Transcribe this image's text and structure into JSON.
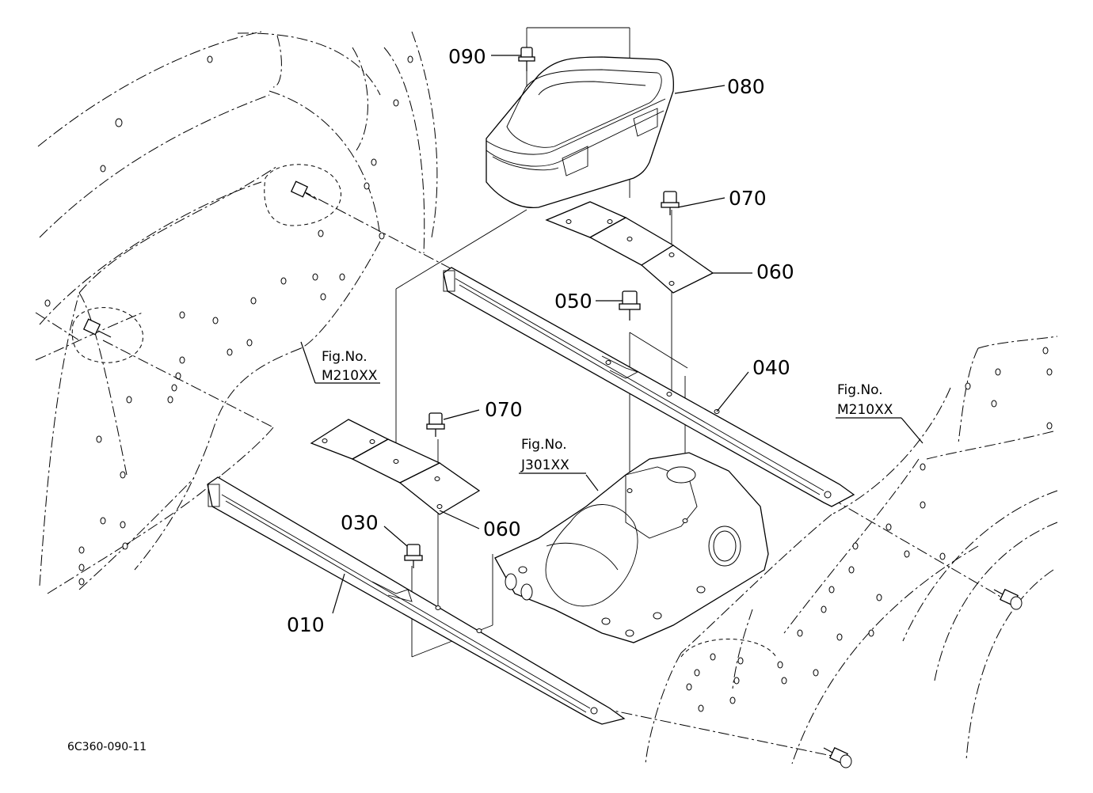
{
  "callouts": [
    {
      "id": "090",
      "label": "090"
    },
    {
      "id": "080",
      "label": "080"
    },
    {
      "id": "070a",
      "label": "070"
    },
    {
      "id": "060a",
      "label": "060"
    },
    {
      "id": "050",
      "label": "050"
    },
    {
      "id": "040",
      "label": "040"
    },
    {
      "id": "070b",
      "label": "070"
    },
    {
      "id": "060b",
      "label": "060"
    },
    {
      "id": "030",
      "label": "030"
    },
    {
      "id": "010",
      "label": "010"
    }
  ],
  "fig_refs": [
    {
      "id": "left",
      "title": "Fig.No.",
      "number": "M210XX"
    },
    {
      "id": "center",
      "title": "Fig.No.",
      "number": "J301XX"
    },
    {
      "id": "right",
      "title": "Fig.No.",
      "number": "M210XX"
    }
  ],
  "drawing_code": "6C360-090-11"
}
